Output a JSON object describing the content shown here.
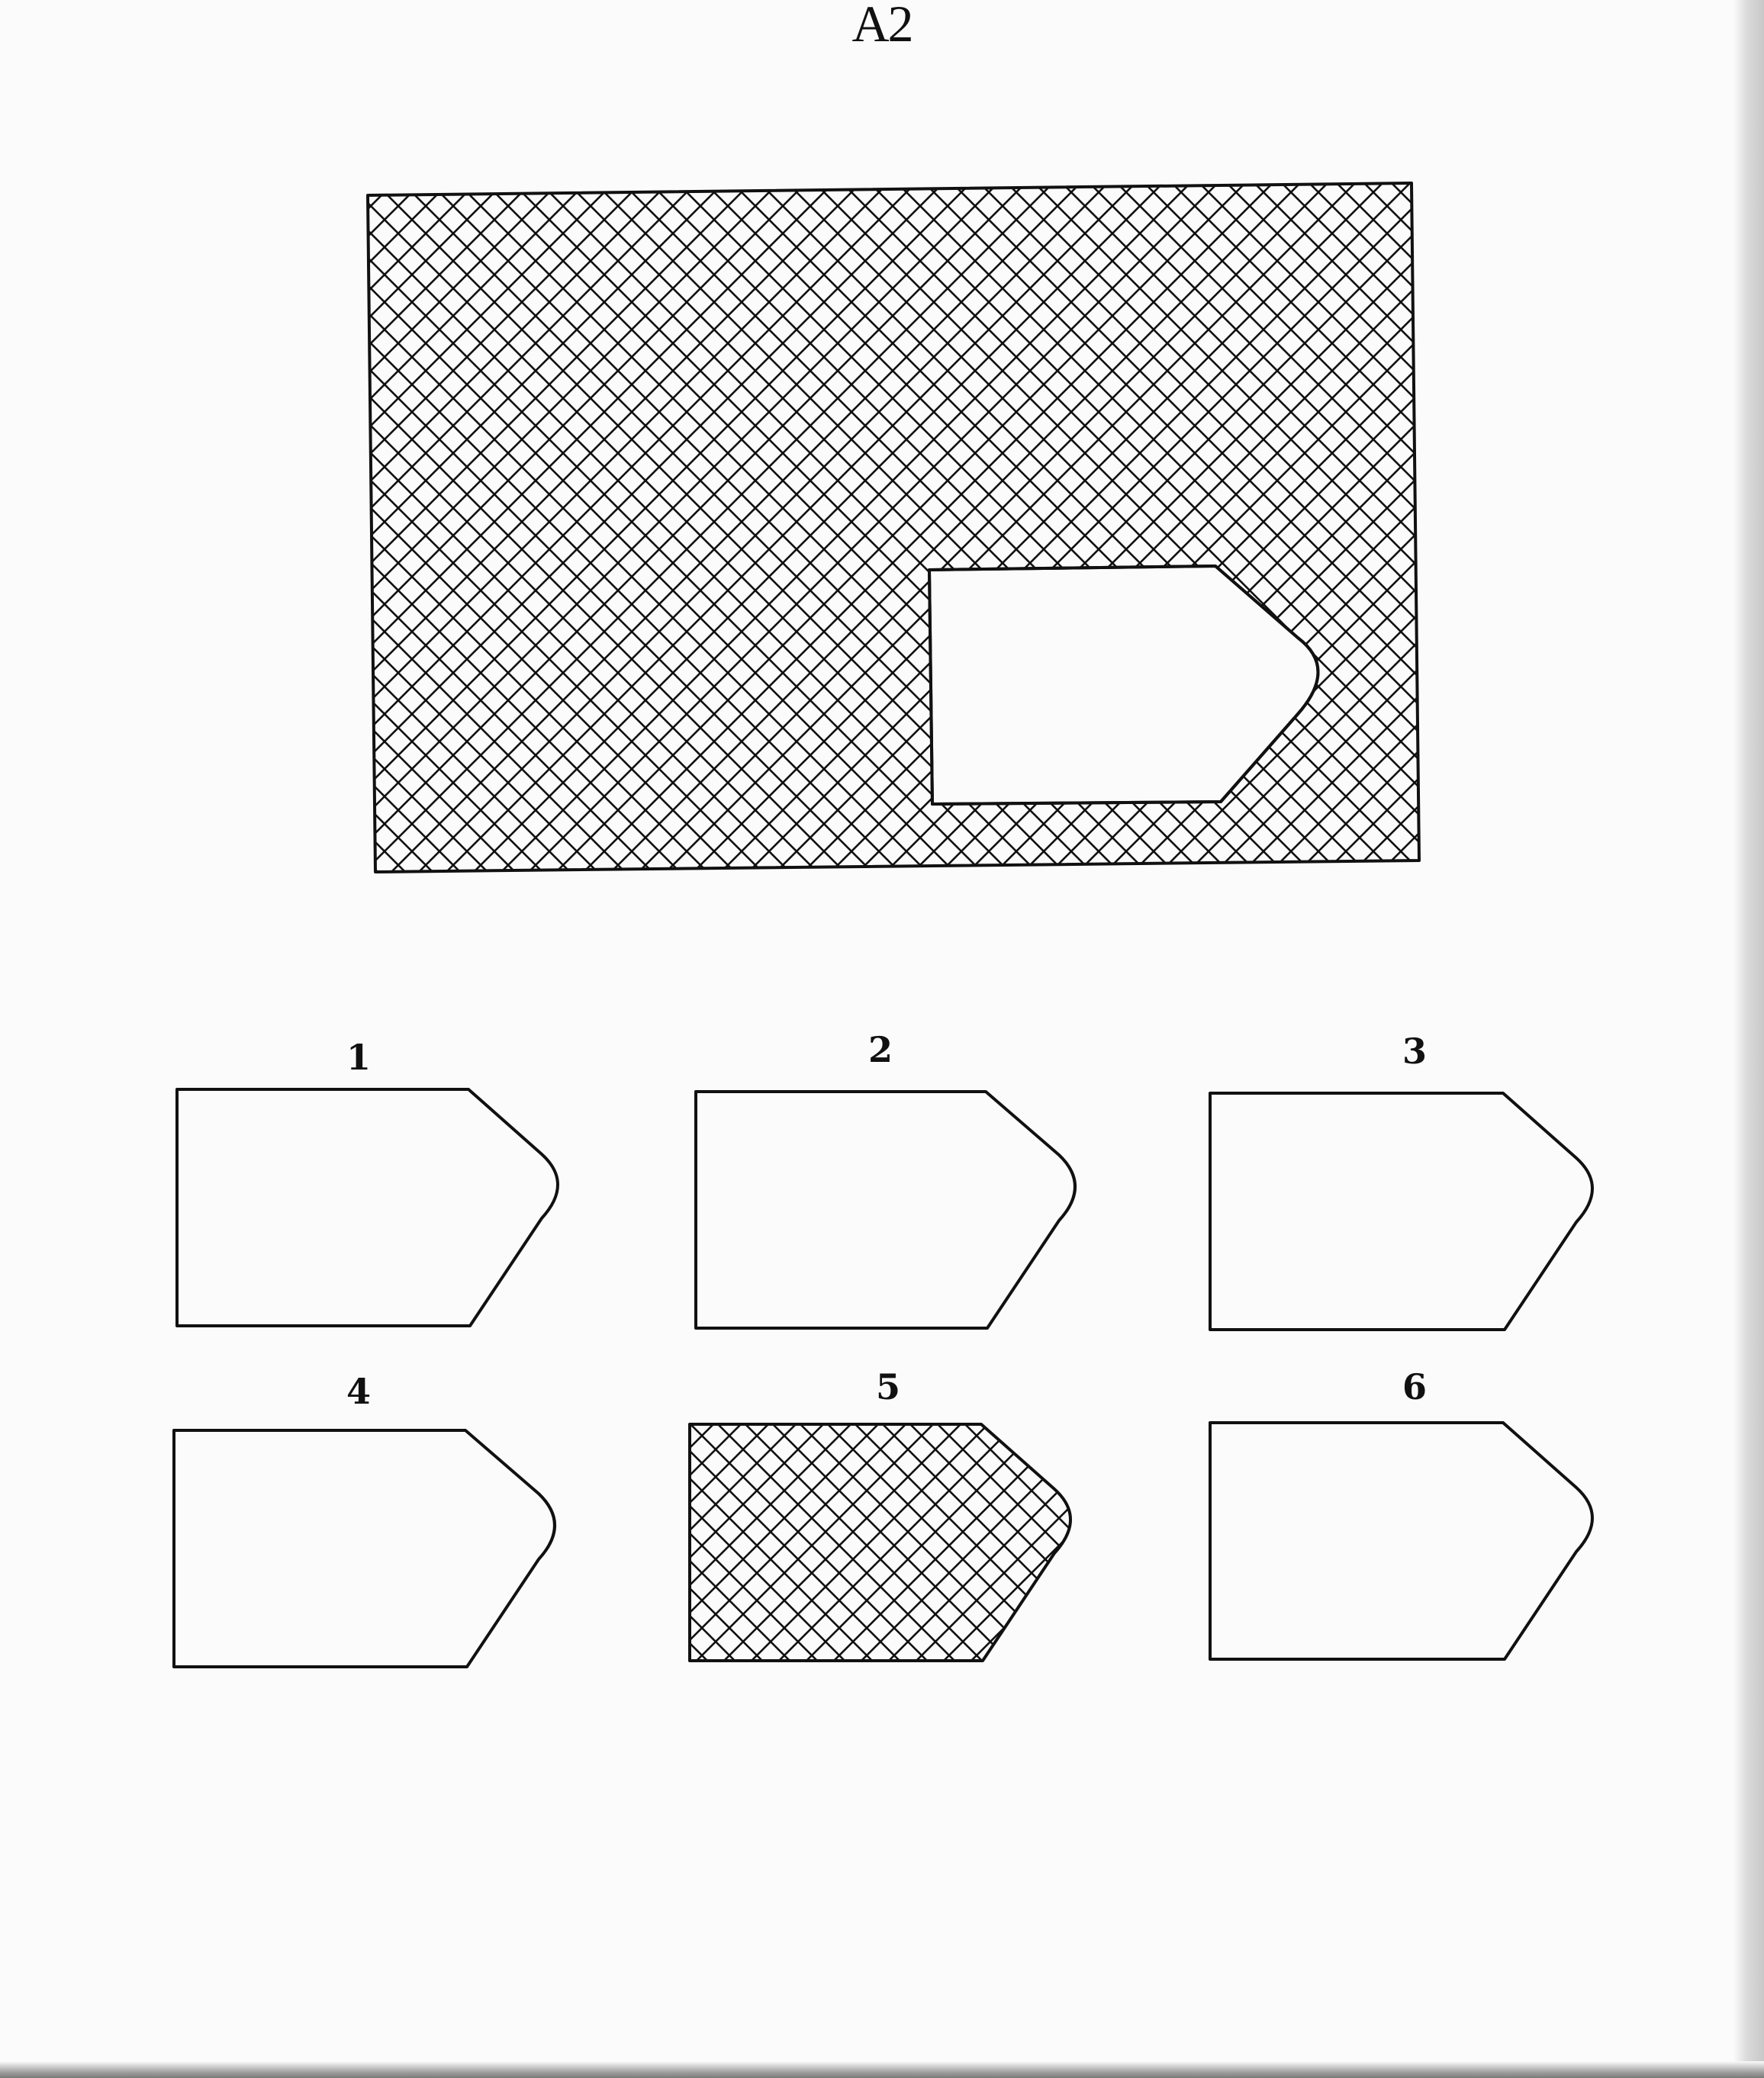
{
  "title": "A2",
  "options": [
    {
      "label": "1",
      "pattern": "blank"
    },
    {
      "label": "2",
      "pattern": "blank"
    },
    {
      "label": "3",
      "pattern": "blank"
    },
    {
      "label": "4",
      "pattern": "blank"
    },
    {
      "label": "5",
      "pattern": "crosshatch"
    },
    {
      "label": "6",
      "pattern": "blank"
    }
  ],
  "colors": {
    "ink": "#111111",
    "paper": "#fbfbfb"
  }
}
